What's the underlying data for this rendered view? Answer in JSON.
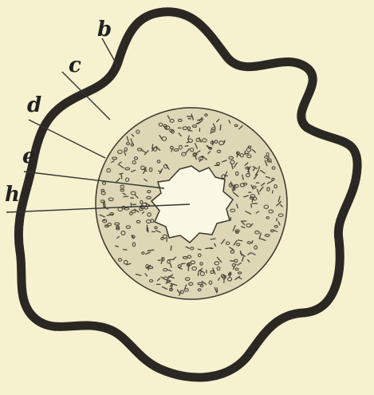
{
  "labels": {
    "b": "b",
    "c": "c",
    "d": "d",
    "e": "e",
    "h": "h"
  },
  "colors": {
    "paper": "#f6f1cf",
    "outline": "#2b2824",
    "core_fill": "#ddd7b6",
    "core_stipple": "#4a4538",
    "cavity": "#fbf8e4",
    "leader": "#333333"
  }
}
